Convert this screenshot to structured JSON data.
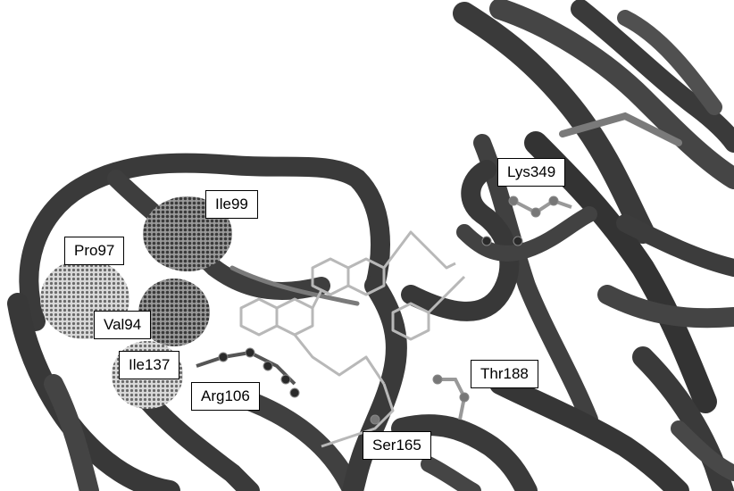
{
  "labels": {
    "lys349": "Lys349",
    "ile99": "Ile99",
    "pro97": "Pro97",
    "val94": "Val94",
    "ile137": "Ile137",
    "arg106": "Arg106",
    "thr188": "Thr188",
    "ser165": "Ser165"
  },
  "colors": {
    "background": "#ffffff",
    "ribbon": "#3a3a3a",
    "ribbon_highlight": "#7a7a7a",
    "vdw_surface": "#8c8c8c",
    "ligand": "#b8b8b8",
    "atom": "#2a2a2a"
  }
}
